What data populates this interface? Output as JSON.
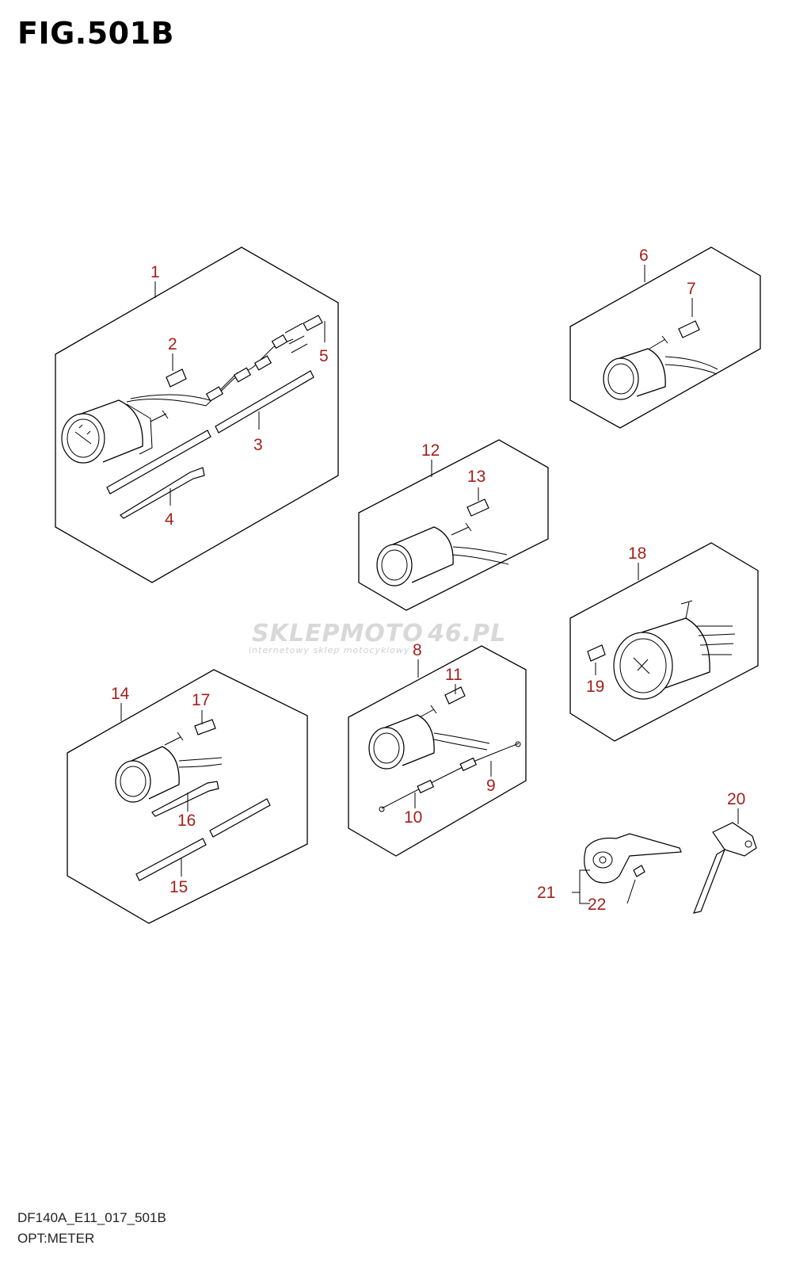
{
  "figure": {
    "title": "FIG.501B",
    "model_code": "DF140A_E11_017_501B",
    "section_name": "OPT:METER"
  },
  "watermark": {
    "brand_left": "SKLEPMOTO",
    "brand_right": "46.PL",
    "tagline": "internetowy sklep motocyklowy"
  },
  "callouts": [
    "1",
    "2",
    "3",
    "4",
    "5",
    "6",
    "7",
    "8",
    "9",
    "10",
    "11",
    "12",
    "13",
    "14",
    "15",
    "16",
    "17",
    "18",
    "19",
    "20",
    "21",
    "22"
  ],
  "colors": {
    "callout": "#a3201c",
    "line": "#000000",
    "watermark": "#d8d8d8"
  }
}
